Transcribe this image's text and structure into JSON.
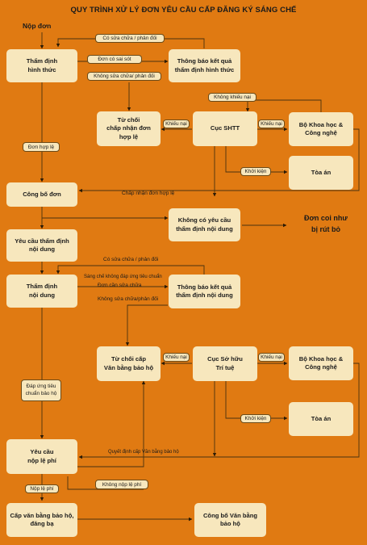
{
  "title": "QUY TRÌNH XỬ LÝ ĐƠN YÊU CẦU CẤP ĐĂNG KÝ SÁNG CHẾ",
  "start_label": "Nộp đơn",
  "boxes": {
    "tham_dinh_hinh_thuc": "Thẩm định\nhình thức",
    "thong_bao_hinh_thuc": "Thông báo kết quả\nthẩm định hình thức",
    "tu_choi_chap_nhan": "Từ chối\nchấp nhận đơn\nhợp lệ",
    "cuc_shtt": "Cục SHTT",
    "bo_khcn_1": "Bộ Khoa học &\nCông nghệ",
    "toa_an_1": "Tòa án",
    "cong_bo_don": "Công bố đơn",
    "khong_co_yeu_cau": "Không có yêu cầu\nthẩm định nội dung",
    "yeu_cau_tham_dinh": "Yêu cầu thẩm định\nnội dung",
    "tham_dinh_noi_dung": "Thẩm định\nnội dung",
    "thong_bao_noi_dung": "Thông báo kết quả\nthẩm định nội dung",
    "tu_choi_cap_van_bang": "Từ chối cấp\nVăn bằng bảo hộ",
    "cuc_so_huu_tri_tue": "Cục Sở hữu\nTrí tuệ",
    "bo_khcn_2": "Bộ Khoa học &\nCông nghệ",
    "toa_an_2": "Tòa án",
    "yeu_cau_nop_le_phi": "Yêu cầu\nnộp lệ phí",
    "cap_van_bang": "Cấp văn bằng bảo hộ,\nđăng bạ",
    "cong_bo_van_bang": "Công bố Văn bằng\nbảo hộ"
  },
  "outcome": "Đơn coi như\nbị rút bỏ",
  "pills": {
    "co_sua_chua_1": "Có sửa chữa / phản đối",
    "don_co_sai_sot": "Đơn có sai sót",
    "khong_sua_chua_1": "Không sửa chữa/ phản đối",
    "khong_khieu_nai": "Không khiếu nại",
    "khieu_nai_1": "Khiếu nại",
    "khieu_nai_2": "Khiếu nại",
    "khoi_kien_1": "Khởi kiện",
    "don_hop_le": "Đơn hợp lệ",
    "khieu_nai_3": "Khiếu nại",
    "khieu_nai_4": "Khiếu nại",
    "khoi_kien_2": "Khởi kiện",
    "dap_ung": "Đáp ứng tiêu\nchuẩn bảo hộ",
    "nop_le_phi": "Nộp lệ phí",
    "khong_nop_le_phi": "Không nộp lệ phí"
  },
  "labels": {
    "chap_nhan_don": "Chấp nhận đơn hợp lệ",
    "co_sua_chua_2": "Có sửa chữa / phản đối",
    "sang_che_khong": "Sáng chế không đáp ứng tiêu chuẩn",
    "don_can_sua": "Đơn cần sửa chữa",
    "khong_sua_chua_2": "Không sửa chữa/phản đối",
    "quyet_dinh": "Quyết định cấp Văn bằng bảo hộ"
  }
}
